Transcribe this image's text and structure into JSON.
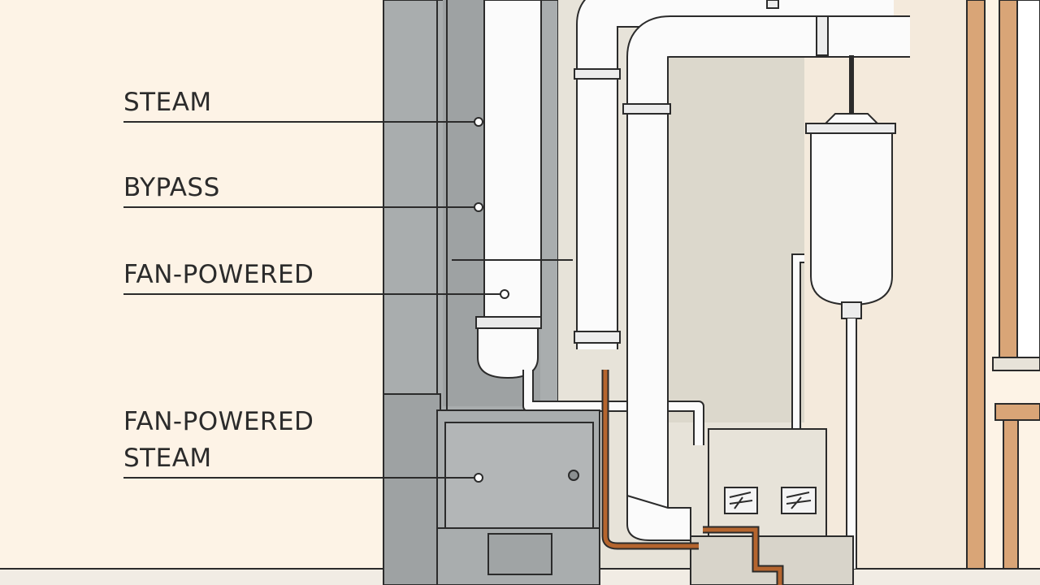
{
  "labels": [
    {
      "id": "steam",
      "text": "STEAM"
    },
    {
      "id": "bypass",
      "text": "BYPASS"
    },
    {
      "id": "fan_powered",
      "text": "FAN-POWERED"
    },
    {
      "id": "fan_powered_steam_line1",
      "text": "FAN-POWERED"
    },
    {
      "id": "fan_powered_steam_line2",
      "text": "STEAM"
    }
  ],
  "colors": {
    "background": "#fdf3e6",
    "wall_gray": "#a9adae",
    "pipe_white": "#fbfbfb",
    "outline": "#2b2b2b",
    "copper": "#b5652e",
    "wood": "#d9a577"
  }
}
